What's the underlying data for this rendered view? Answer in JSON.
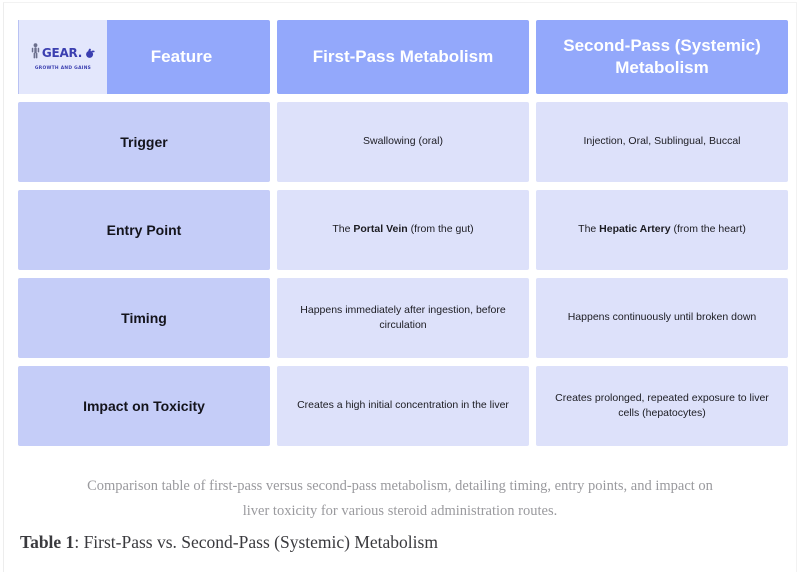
{
  "logo": {
    "word": "GEAR.",
    "tagline": "GROWTH AND GAINS",
    "figure_icon": "person-icon",
    "weight_icon": "dumbbell-icon"
  },
  "table": {
    "headers": [
      "Feature",
      "First-Pass Metabolism",
      "Second-Pass (Systemic) Metabolism"
    ],
    "rows": [
      {
        "feature": "Trigger",
        "first_pass": "Swallowing (oral)",
        "first_pass_html": "Swallowing (oral)",
        "second_pass": "Injection, Oral, Sublingual, Buccal",
        "second_pass_html": "Injection, Oral, Sublingual, Buccal"
      },
      {
        "feature": "Entry Point",
        "first_pass": "The Portal Vein (from the gut)",
        "first_pass_html": "The <b>Portal Vein</b> (from the gut)",
        "second_pass": "The Hepatic Artery (from the heart)",
        "second_pass_html": "The <b>Hepatic Artery</b> (from the heart)"
      },
      {
        "feature": "Timing",
        "first_pass": "Happens immediately after ingestion, before circulation",
        "first_pass_html": "Happens immediately after ingestion, before circulation",
        "second_pass": "Happens continuously until broken down",
        "second_pass_html": "Happens continuously until broken down"
      },
      {
        "feature": "Impact on Toxicity",
        "first_pass": "Creates a high initial concentration in the liver",
        "first_pass_html": "Creates a high initial concentration in the liver",
        "second_pass": "Creates prolonged, repeated exposure to liver cells (hepatocytes)",
        "second_pass_html": "Creates prolonged, repeated exposure to liver cells (hepatocytes)"
      }
    ]
  },
  "caption": "Comparison table of first-pass versus second-pass metabolism, detailing timing, entry points, and impact on liver toxicity for various steroid administration routes.",
  "figure_title": {
    "label": "Table 1",
    "separator": ": ",
    "text": "First-Pass vs. Second-Pass (Systemic) Metabolism"
  },
  "colors": {
    "header_blue": "#93a8fb",
    "feature_cell": "#c5cdf8",
    "data_cell": "#dde1fa",
    "logo_box": "#e3e7fc",
    "logo_text": "#3b3fb0",
    "caption_text": "#9a9a9e",
    "title_text": "#3a3a3e",
    "page_background": "#ffffff"
  }
}
